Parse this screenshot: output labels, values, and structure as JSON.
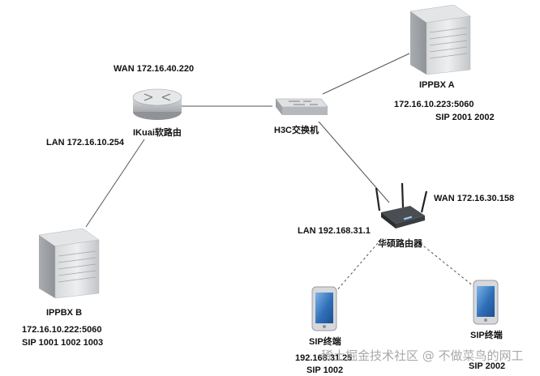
{
  "nodes": {
    "router": {
      "name": "IKuai软路由",
      "wan": "WAN 172.16.40.220",
      "lan": "LAN 172.16.10.254"
    },
    "switch": {
      "name": "H3C交换机"
    },
    "ippbx_a": {
      "name": "IPPBX A",
      "address": "172.16.10.223:5060",
      "sip": "SIP 2001 2002"
    },
    "ippbx_b": {
      "name": "IPPBX B",
      "address": "172.16.10.222:5060",
      "sip": "SIP 1001 1002 1003"
    },
    "asus_router": {
      "name": "华硕路由器",
      "wan": "WAN 172.16.30.158",
      "lan": "LAN 192.168.31.1"
    },
    "phone_left": {
      "name": "SIP终端",
      "ip": "192.168.31.25",
      "sip": "SIP 1002"
    },
    "phone_right": {
      "name": "SIP终端",
      "sip": "SIP 2002"
    }
  },
  "watermark": "稀土掘金技术社区 @ 不做菜鸟的网工",
  "links": [
    {
      "from": "router",
      "to": "switch",
      "style": "solid"
    },
    {
      "from": "switch",
      "to": "ippbx_a",
      "style": "solid"
    },
    {
      "from": "router",
      "to": "ippbx_b",
      "style": "solid"
    },
    {
      "from": "switch",
      "to": "asus_router",
      "style": "solid"
    },
    {
      "from": "asus_router",
      "to": "phone_left",
      "style": "wireless"
    },
    {
      "from": "asus_router",
      "to": "phone_right",
      "style": "wireless"
    }
  ],
  "colors": {
    "line": "#555555",
    "server": "#c7c9cc",
    "router": "#b9bcc0",
    "phone_screen": "#2f6fb8",
    "text": "#111111"
  }
}
